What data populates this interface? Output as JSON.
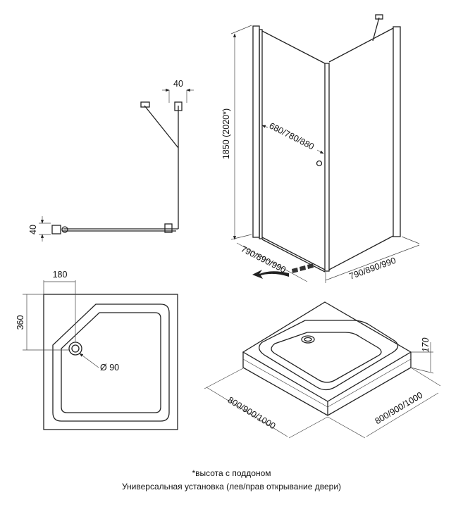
{
  "plan_view": {
    "top_offset": "40",
    "left_offset": "40"
  },
  "tray_top_view": {
    "corner_cut": "180",
    "drain_offset": "360",
    "drain_diameter": "Ø 90"
  },
  "enclosure": {
    "height": "1850  (2020*)",
    "door_opening": "680/780/880",
    "left_width": "790/890/990",
    "right_width": "790/890/990"
  },
  "tray_3d": {
    "left_size": "800/900/1000",
    "right_size": "800/900/1000",
    "height": "170"
  },
  "footer": {
    "note": "*высота с поддоном",
    "install": "Универсальная установка (лев/прав открывание двери)"
  }
}
